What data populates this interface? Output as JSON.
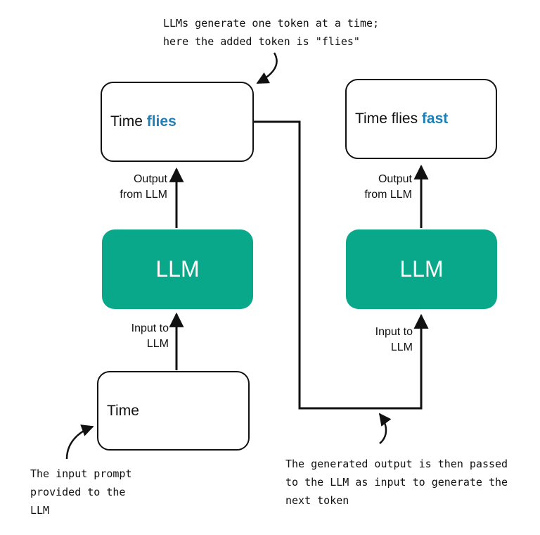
{
  "colors": {
    "llm_fill": "#0aa88a",
    "highlight": "#1f7fb5",
    "stroke": "#111111"
  },
  "left": {
    "output_box": {
      "prefix": "Time",
      "added": "flies"
    },
    "output_label": [
      "Output",
      "from LLM"
    ],
    "llm_label": "LLM",
    "input_label": [
      "Input to",
      "LLM"
    ],
    "input_box": {
      "text": "Time"
    }
  },
  "right": {
    "output_box": {
      "prefix": "Time flies",
      "added": "fast"
    },
    "output_label": [
      "Output",
      "from LLM"
    ],
    "llm_label": "LLM",
    "input_label": [
      "Input to",
      "LLM"
    ]
  },
  "notes": {
    "top": [
      "LLMs generate one token at a time;",
      "here the added token is \"flies\""
    ],
    "bottom_left": [
      "The input prompt",
      "provided to the",
      "LLM"
    ],
    "bottom_right": [
      "The generated output is then passed",
      "to the LLM as input to generate the",
      "next token"
    ]
  }
}
